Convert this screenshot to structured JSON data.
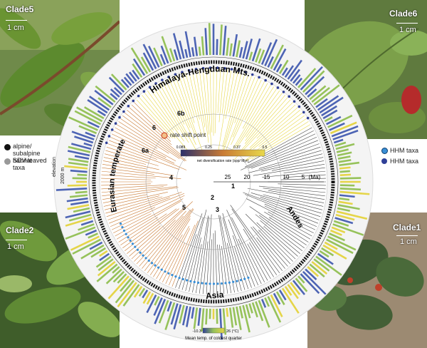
{
  "clades": {
    "clade5": {
      "label": "Clade5",
      "scale": "1 cm"
    },
    "clade6": {
      "label": "Clade6",
      "scale": "1 cm"
    },
    "clade2": {
      "label": "Clade2",
      "scale": "1 cm"
    },
    "clade1": {
      "label": "Clade1",
      "scale": "1 cm"
    }
  },
  "regions": {
    "himalaya": "Himalaya-Hengduan Mts.",
    "eurasian": "Eurasian temperate",
    "andes": "Andes",
    "asia": "Asia"
  },
  "legend_left": {
    "alpine": "alpine/ subalpine habitat",
    "sdv": "SDV-leaved taxa",
    "elevation_label": "elevation",
    "elevation_value": "2000 m"
  },
  "legend_right": {
    "hhm1": "HHM taxa",
    "hhm2": "HHM taxa"
  },
  "rate_legend": {
    "title": "net diversification rate (spp/ Myr)",
    "ticks": [
      "0.089",
      "0.25",
      "0.37",
      "0.5"
    ]
  },
  "rate_shift": "rate shift point",
  "nodes": [
    "1",
    "2",
    "3",
    "4",
    "5",
    "6",
    "6a",
    "6b"
  ],
  "time_axis": {
    "ticks": [
      "25",
      "20",
      "15",
      "10",
      "5"
    ],
    "unit": "(Ma)"
  },
  "temp_legend": {
    "min": "-10.3",
    "max": "26 (°C)",
    "caption": "Mean temp. of coldest quarter"
  },
  "colors": {
    "rate_low": "#2b2f6b",
    "rate_mid": "#c97b35",
    "rate_high": "#e8d84a",
    "bar_blue": "#4d64b4",
    "bar_green": "#96c25a",
    "bar_yellow": "#e5d548",
    "hhm_light": "#3a8fd6",
    "hhm_dark": "#2f3f97"
  }
}
